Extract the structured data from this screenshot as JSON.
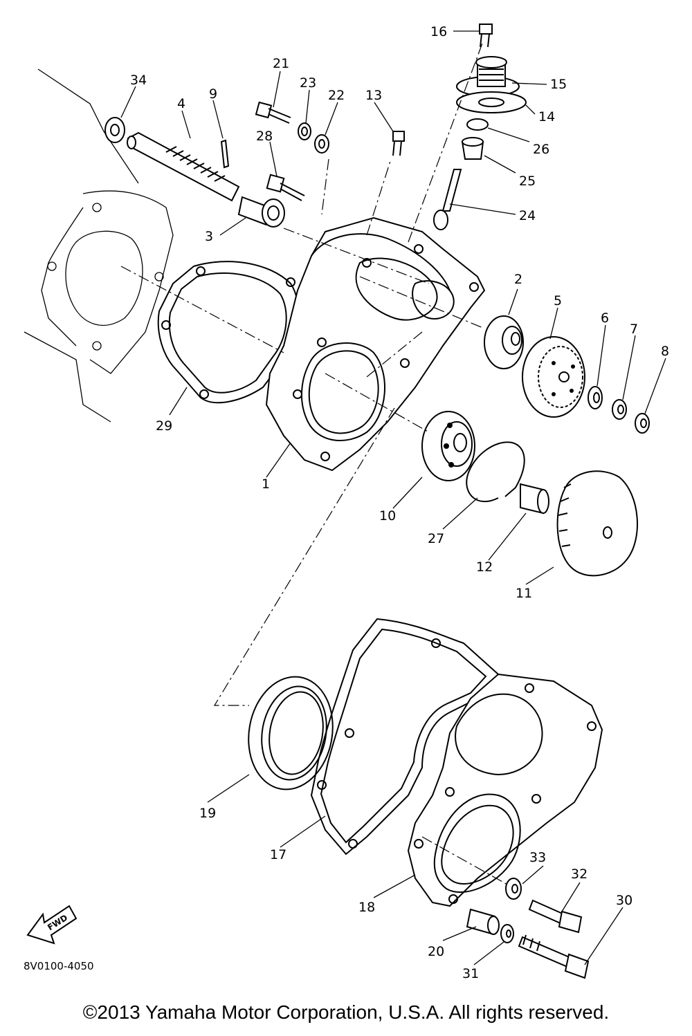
{
  "diagram": {
    "code": "8V0100-4050",
    "fwd_label": "FWD",
    "part_labels": [
      "34",
      "4",
      "9",
      "21",
      "23",
      "22",
      "13",
      "16",
      "15",
      "14",
      "26",
      "25",
      "24",
      "28",
      "3",
      "2",
      "5",
      "6",
      "7",
      "8",
      "29",
      "10",
      "27",
      "12",
      "11",
      "19",
      "17",
      "18",
      "33",
      "32",
      "30",
      "20",
      "31",
      "1"
    ]
  },
  "footer": {
    "copyright": "©2013 Yamaha Motor Corporation, U.S.A. All rights reserved."
  }
}
